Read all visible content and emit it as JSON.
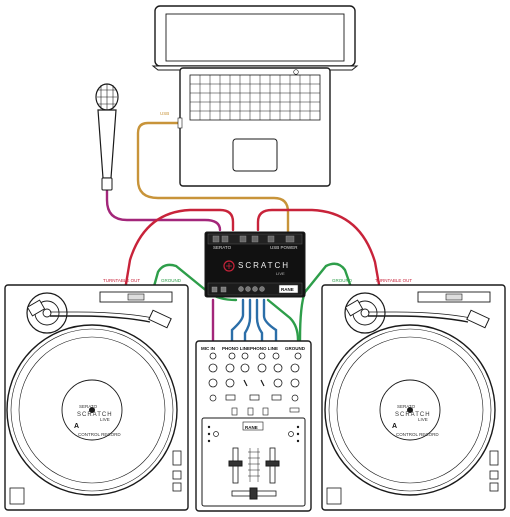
{
  "cable_labels": {
    "usb": "USB",
    "turntable_out_left": "TURNTABLE OUT",
    "ground_left": "GROUND",
    "turntable_out_right": "TURNTABLE OUT",
    "ground_right": "GROUND"
  },
  "interface": {
    "model": "SCRATCH",
    "sub": "LIVE",
    "brand": "RANE",
    "left_label": "SERATO",
    "right_label": "USB  POWER"
  },
  "mixer": {
    "inputs": {
      "mic_in": "MIC IN",
      "phono_line_1": "PHONO LINE",
      "phono_line_2": "PHONO LINE",
      "ground": "GROUND"
    },
    "brand": "RANE"
  },
  "records": {
    "left": {
      "brand": "SERATO",
      "title": "SCRATCH",
      "sub": "LIVE",
      "side": "A",
      "caption": "CONTROL RECORD"
    },
    "right": {
      "brand": "SERATO",
      "title": "SCRATCH",
      "sub": "LIVE",
      "side": "A",
      "caption": "CONTROL RECORD"
    }
  },
  "colors": {
    "usb_cable": "#c8943a",
    "mic_cable": "#a3267a",
    "turntable_cable": "#c8233a",
    "ground_cable": "#2e9e4a",
    "line_cable": "#2b6ea8",
    "outline": "#1a1a1a"
  }
}
